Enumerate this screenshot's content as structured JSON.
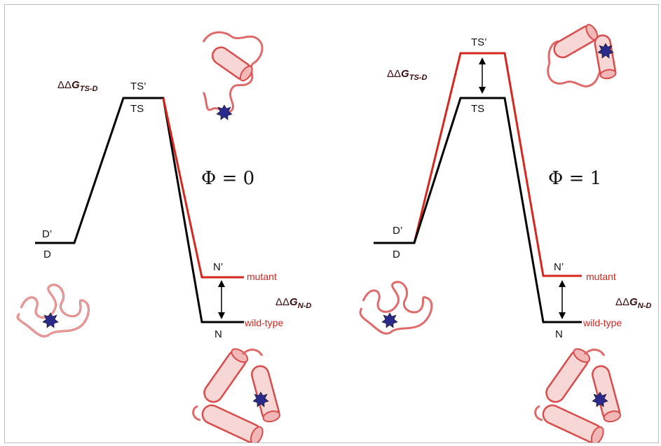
{
  "left_panel": {
    "ddg_ts_d": {
      "prefix": "ΔΔ",
      "g": "G",
      "sub": "TS-D"
    },
    "ts_prime": "TS’",
    "ts": "TS",
    "d_prime": "D’",
    "d": "D",
    "n_prime": "N’",
    "n": "N",
    "phi": "Φ = 0",
    "mutant": "mutant",
    "wild_type": "wild-type",
    "ddg_n_d": {
      "prefix": "ΔΔ",
      "g": "G",
      "sub": "N-D"
    }
  },
  "right_panel": {
    "ddg_ts_d": {
      "prefix": "ΔΔ",
      "g": "G",
      "sub": "TS-D"
    },
    "ts_prime": "TS’",
    "ts": "TS",
    "d_prime": "D’",
    "d": "D",
    "n_prime": "N’",
    "n": "N",
    "phi": "Φ = 1",
    "mutant": "mutant",
    "wild_type": "wild-type",
    "ddg_n_d": {
      "prefix": "ΔΔ",
      "g": "G",
      "sub": "N-D"
    }
  },
  "colors": {
    "wild_type_line": "#000000",
    "mutant_line": "#d7261e",
    "protein": "#e06a6a",
    "mutation_marker": "#2a2a8c"
  }
}
